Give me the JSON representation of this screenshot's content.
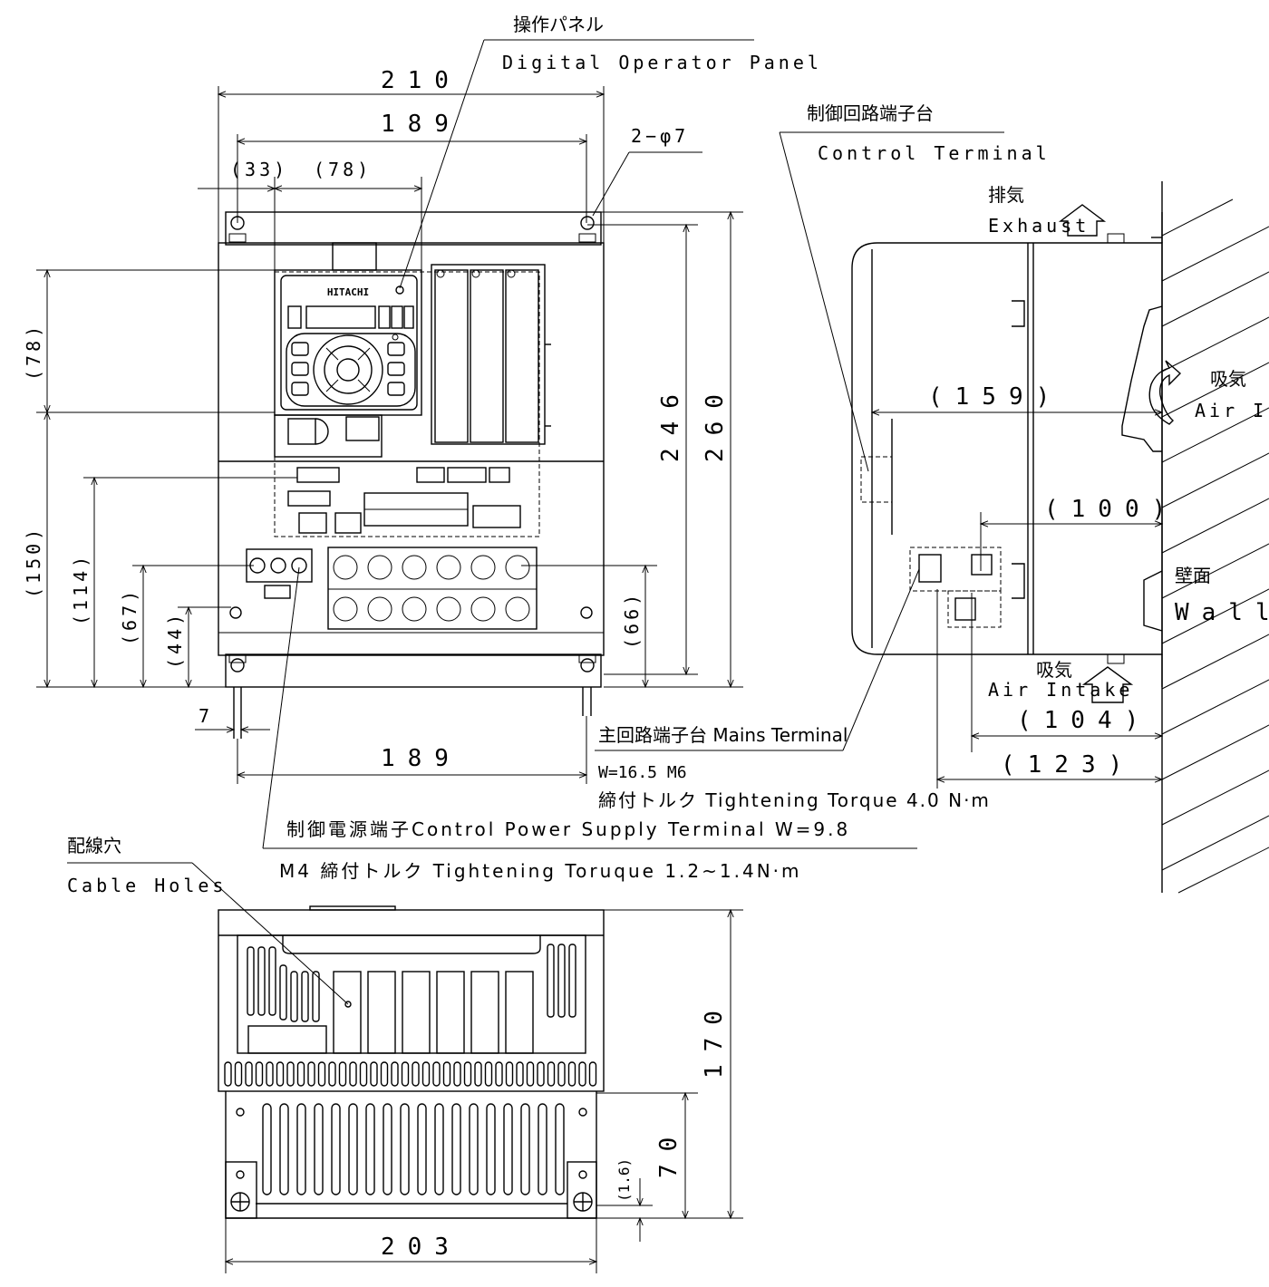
{
  "panel": {
    "jp": "操作パネル",
    "en": "Digital Operator Panel",
    "brand": "HITACHI"
  },
  "top_dims": {
    "w210": "210",
    "w189": "189",
    "w33": "(33)",
    "w78": "(78)",
    "hole": "2−φ7"
  },
  "left_dims": {
    "h78": "(78)",
    "h150": "(150)",
    "h114": "(114)",
    "h67": "(67)",
    "h44": "(44)"
  },
  "right_dims": {
    "h246": "246",
    "h260": "260",
    "h66": "(66)"
  },
  "bottom_dims": {
    "w7": "7",
    "w189b": "189"
  },
  "control_terminal": {
    "jp": "制御回路端子台",
    "en": "Control Terminal"
  },
  "side": {
    "exhaust_jp": "排気",
    "exhaust_en": "Exhaust",
    "intake_jp": "吸気",
    "intake_en": "Air Intake",
    "intake2_jp": "吸気",
    "intake2_en": "Air Intake",
    "wall_jp": "壁面",
    "wall_en": "Wall",
    "d159": "(159)",
    "d100": "(100)",
    "d104": "(104)",
    "d123": "(123)"
  },
  "mains": {
    "label": "主回路端子台 Mains Terminal",
    "spec": "W=16.5 M6",
    "torque": "締付トルク Tightening Torque 4.0 N·m"
  },
  "control_power": {
    "label": "制御電源端子Control Power Supply Terminal W=9.8",
    "torque": "M4 締付トルク Tightening Toruque 1.2~1.4N·m"
  },
  "cable": {
    "jp": "配線穴",
    "en": "Cable Holes"
  },
  "bottom_view": {
    "h170": "170",
    "h70": "70",
    "h16": "(1.6)",
    "w203": "203"
  }
}
